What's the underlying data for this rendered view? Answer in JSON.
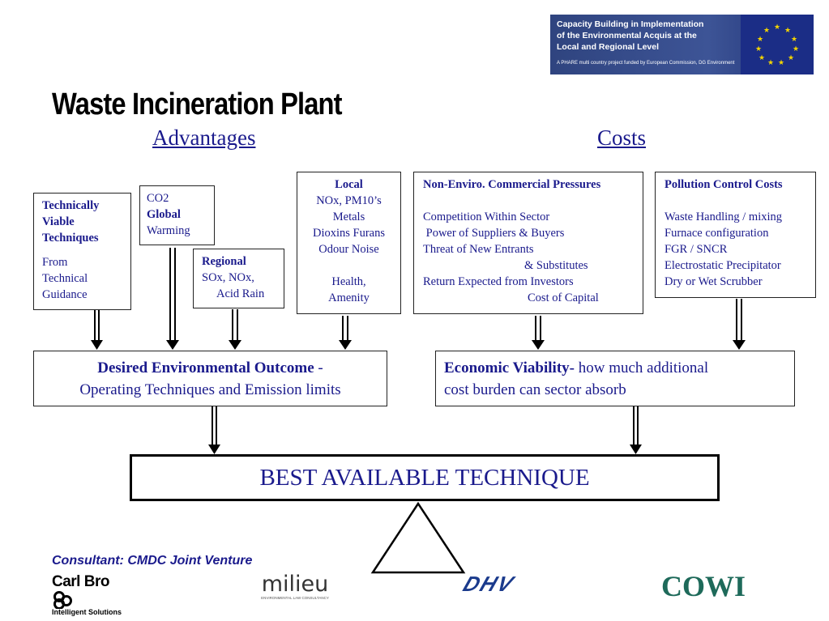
{
  "banner": {
    "line1": "Capacity Building in Implementation",
    "line2": "of the Environmental Acquis at the",
    "line3": "Local and Regional Level",
    "subtitle": "A PHARE multi country project funded by European Commission, DG Environment"
  },
  "title": "Waste Incineration Plant",
  "advantages_heading": "Advantages",
  "costs_heading": "Costs",
  "boxes": {
    "technically": {
      "line1": "Technically",
      "line2": "Viable",
      "line3": "Techniques",
      "line4": "From",
      "line5": "Technical",
      "line6": "Guidance"
    },
    "co2": {
      "line1": "CO2",
      "line2": "Global",
      "line3": "Warming"
    },
    "regional": {
      "line1": "Regional",
      "line2": "SOx, NOx,",
      "line3": "Acid Rain"
    },
    "local": {
      "line1": "Local",
      "line2": "NOx, PM10’s",
      "line3": "Metals",
      "line4": "Dioxins Furans",
      "line5": "Odour Noise",
      "line6": "Health,",
      "line7": "Amenity"
    },
    "commercial": {
      "title": "Non-Enviro. Commercial Pressures",
      "line1": "Competition Within Sector",
      "line2": " Power of Suppliers & Buyers",
      "line3": "Threat of New Entrants",
      "line4": "& Substitutes",
      "line5": "Return Expected from Investors",
      "line6": "Cost of Capital"
    },
    "pollution": {
      "title": "Pollution Control Costs",
      "line1": "Waste Handling / mixing",
      "line2": "Furnace configuration",
      "line3": "FGR / SNCR",
      "line4": "Electrostatic Precipitator",
      "line5": "Dry or Wet Scrubber"
    }
  },
  "outcome": {
    "bold": "Desired Environmental Outcome",
    "dash": " -",
    "line2": "Operating Techniques and Emission limits"
  },
  "economic": {
    "bold": "Economic Viability-",
    "rest": " how much additional",
    "line2": "cost burden can sector absorb"
  },
  "bat": "BEST AVAILABLE TECHNIQUE",
  "consultant": "Consultant: CMDC Joint Venture",
  "logos": {
    "carlbro": "Carl Bro",
    "carlbro_sub": "Intelligent Solutions",
    "milieu": "milieu",
    "milieu_sub": "ENVIRONMENTAL LAW CONSULTANCY",
    "dhv": "DHV",
    "cowi": "COWI"
  },
  "colors": {
    "text_blue": "#1a1a8c",
    "banner_blue": "#2f447f"
  }
}
